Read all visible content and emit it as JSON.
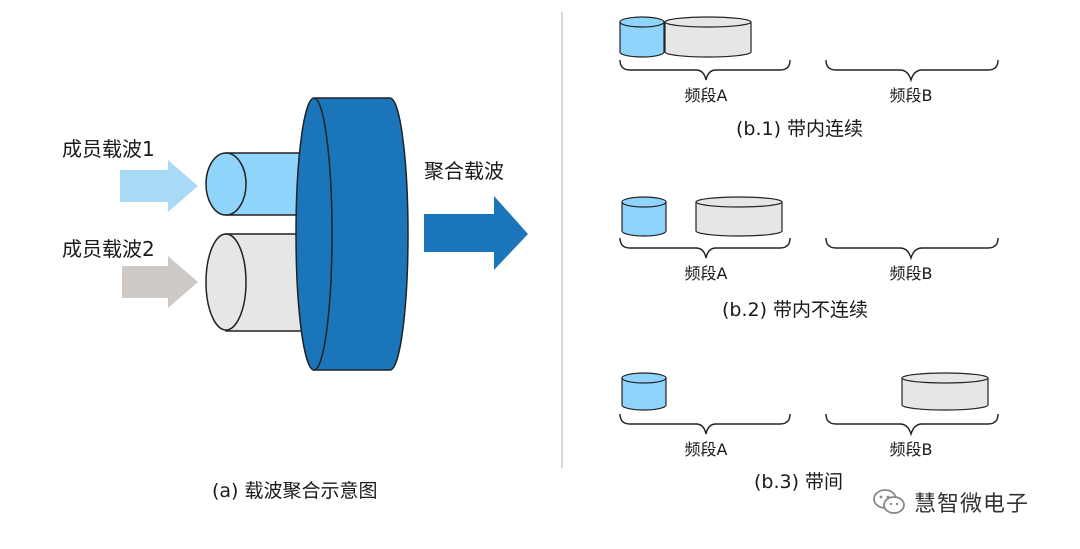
{
  "left_panel": {
    "member_carrier_1": "成员载波1",
    "member_carrier_2": "成员载波2",
    "aggregated_carrier": "聚合载波",
    "caption": "(a) 载波聚合示意图"
  },
  "right_panel": {
    "rows": [
      {
        "band_a": "频段A",
        "band_b": "频段B",
        "caption": "(b.1) 带内连续"
      },
      {
        "band_a": "频段A",
        "band_b": "频段B",
        "caption": "(b.2) 带内不连续"
      },
      {
        "band_a": "频段A",
        "band_b": "频段B",
        "caption": "(b.3) 带间"
      }
    ]
  },
  "watermark": {
    "label": "慧智微电子",
    "icon": "wechat-icon"
  },
  "colors": {
    "blue_dark": "#1b75bb",
    "blue_light": "#8fd4fb",
    "arrow_light_blue": "#a9daf5",
    "arrow_gray": "#cfc9c6",
    "cyl_gray": "#e6e6e6",
    "stroke": "#222222",
    "divider": "#cccccc"
  }
}
